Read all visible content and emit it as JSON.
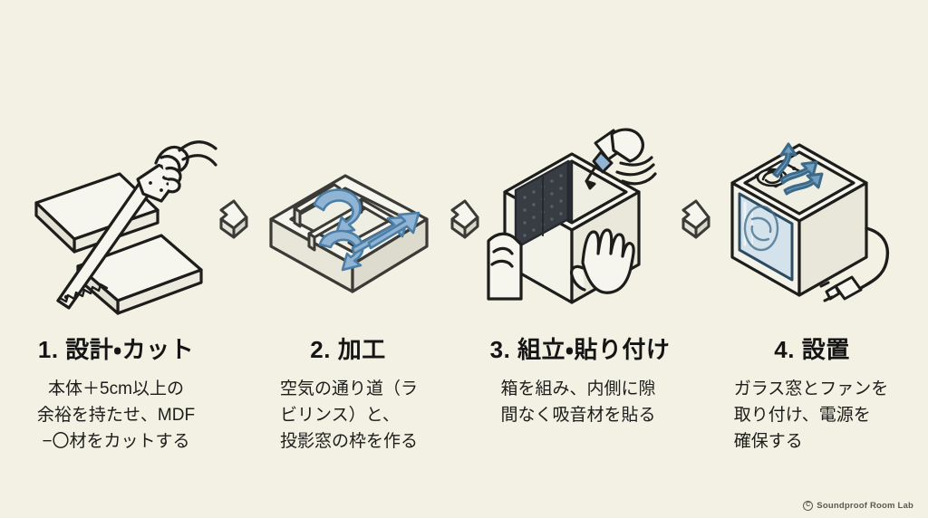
{
  "canvas": {
    "background_color": "#f2f1e4",
    "ink_color": "#1d1d1b",
    "accent_blue": "#8fb4d4",
    "accent_blue_dark": "#4c7ea6",
    "foam_dark": "#383d43"
  },
  "steps": [
    {
      "id": "step-1",
      "title": "1. 設計・カット",
      "body_lines": [
        "本体＋5cm以上の",
        "余裕を持たせ、MDF",
        "−〇材をカットする"
      ],
      "illustration": "hand-saw-cutting-board-icon"
    },
    {
      "id": "step-2",
      "title": "2. 加工",
      "body_lines": [
        "空気の通り道（ラ",
        "ビリンス）と、",
        "投影窓の枠を作る"
      ],
      "illustration": "labyrinth-airflow-box-icon"
    },
    {
      "id": "step-3",
      "title": "3. 組立・貼り付け",
      "body_lines": [
        "箱を組み、内側に隙",
        "間なく吸音材を貼る"
      ],
      "illustration": "box-assembly-foam-glue-icon"
    },
    {
      "id": "step-4",
      "title": "4. 設置",
      "body_lines": [
        "ガラス窓とファンを",
        "取り付け、電源を",
        "確保する"
      ],
      "illustration": "finished-box-fan-window-icon"
    }
  ],
  "connectors": [
    {
      "id": "connector-1",
      "icon": "chevron-right-3d-icon"
    },
    {
      "id": "connector-2",
      "icon": "chevron-right-3d-icon"
    },
    {
      "id": "connector-3",
      "icon": "chevron-right-3d-icon"
    }
  ],
  "footer": {
    "copyright_symbol": "C",
    "credit": "Soundproof Room Lab"
  }
}
